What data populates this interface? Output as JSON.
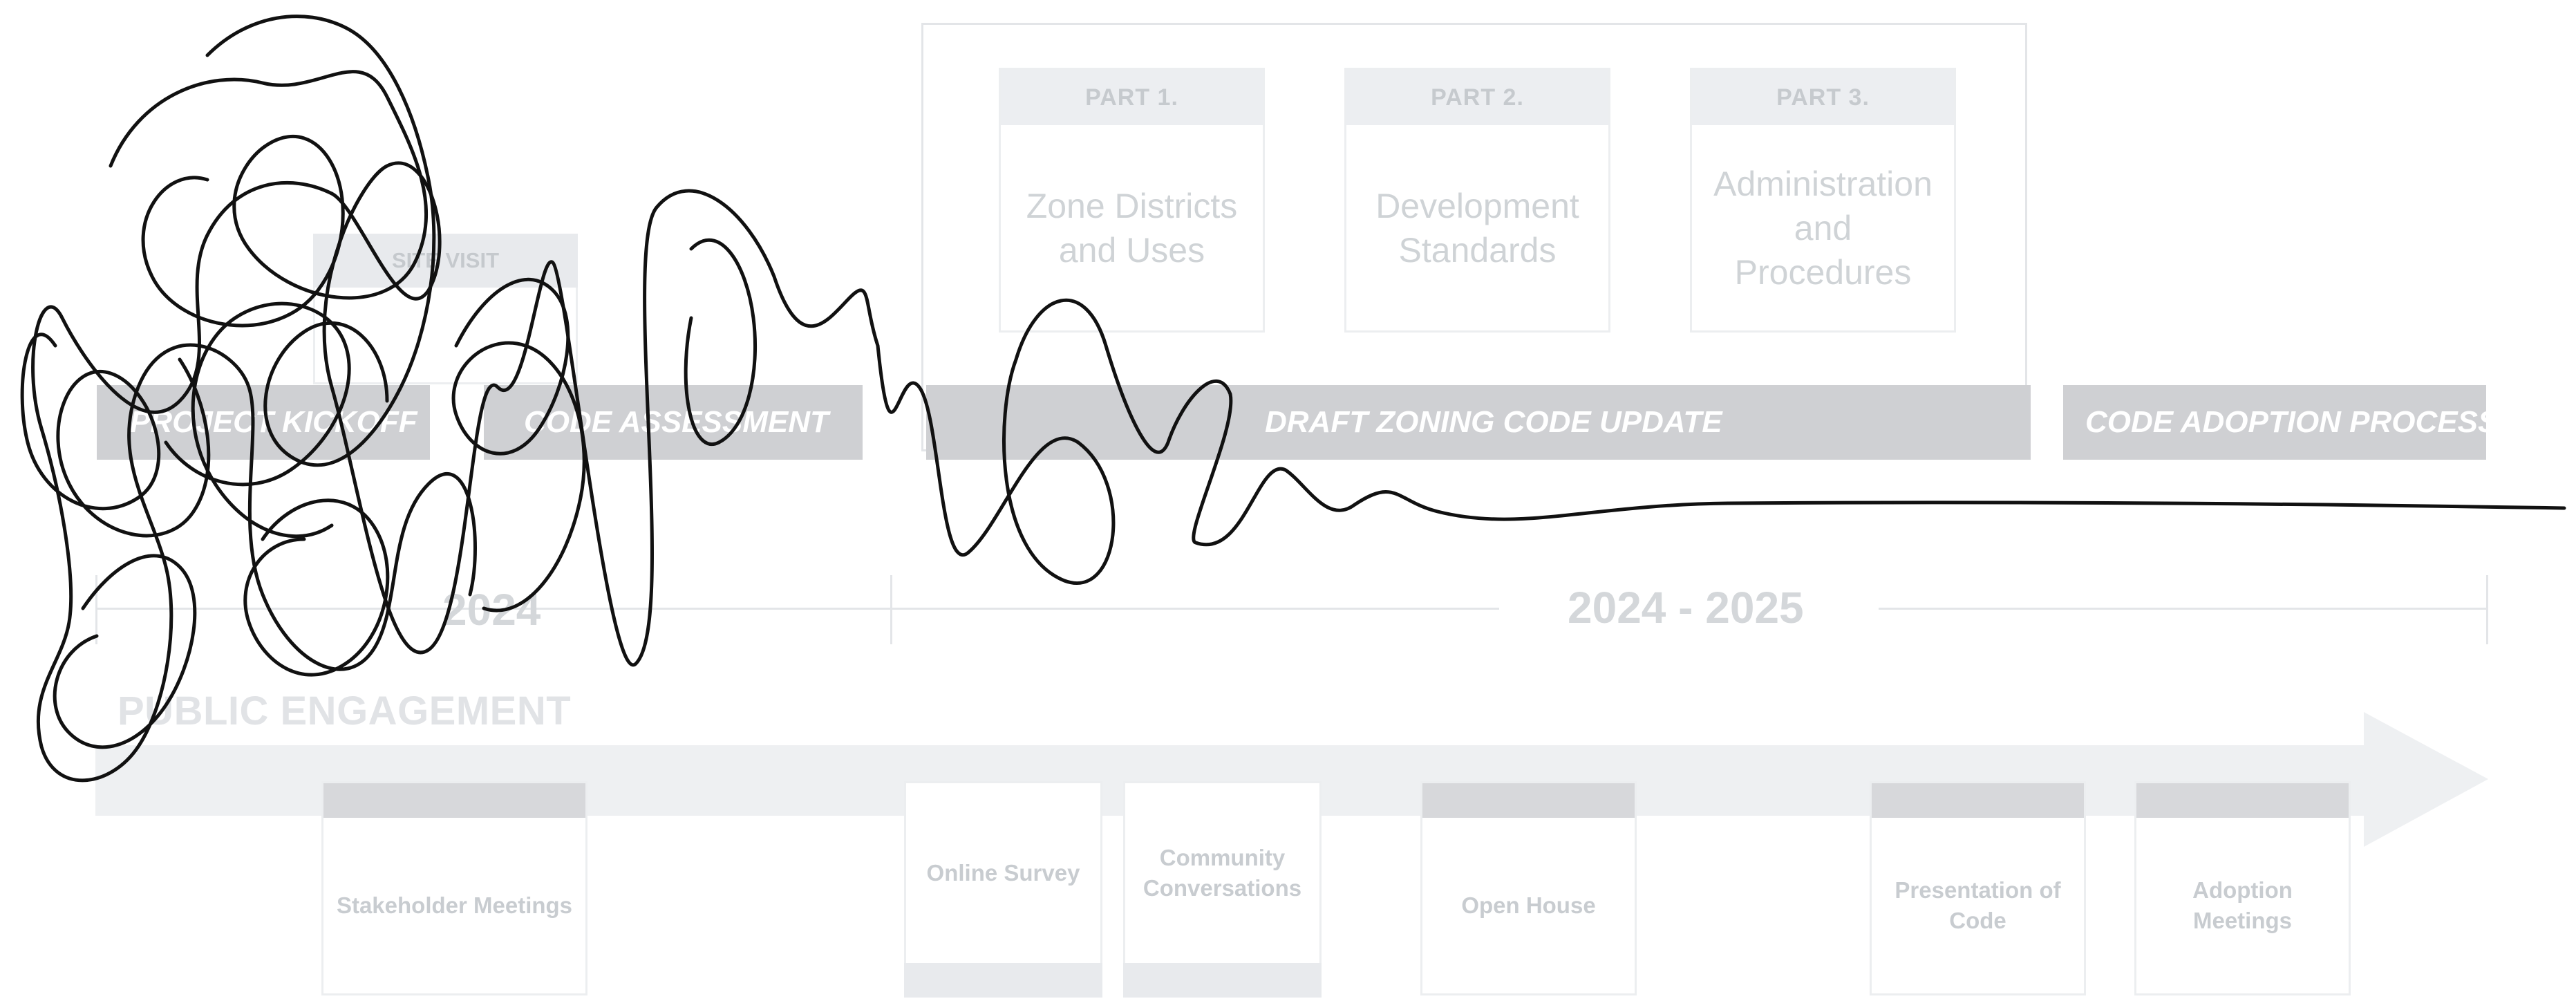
{
  "parts": [
    {
      "head": "PART 1.",
      "body": "Zone Districts and Uses"
    },
    {
      "head": "PART 2.",
      "body": "Development Standards"
    },
    {
      "head": "PART 3.",
      "body": "Administration and Procedures"
    }
  ],
  "site_visit": "SITE VISIT",
  "phases": [
    {
      "label": "PROJECT KICKOFF"
    },
    {
      "label": "CODE ASSESSMENT"
    },
    {
      "label": "DRAFT ZONING CODE UPDATE"
    },
    {
      "label": "CODE ADOPTION PROCESS"
    }
  ],
  "timeline": {
    "label_left": "2024",
    "label_right": "2024 - 2025"
  },
  "engagement": {
    "title": "PUBLIC ENGAGEMENT",
    "items": [
      {
        "label": "Stakeholder Meetings"
      },
      {
        "label": "Online Survey"
      },
      {
        "label": "Community Conversations"
      },
      {
        "label": "Open House"
      },
      {
        "label": "Presentation of Code"
      },
      {
        "label": "Adoption Meetings"
      }
    ]
  },
  "colors": {
    "phase_bar": "#cfd0d3",
    "faint_text": "#cfd3d6",
    "arrow": "#eef0f2",
    "scribble": "#111111"
  }
}
